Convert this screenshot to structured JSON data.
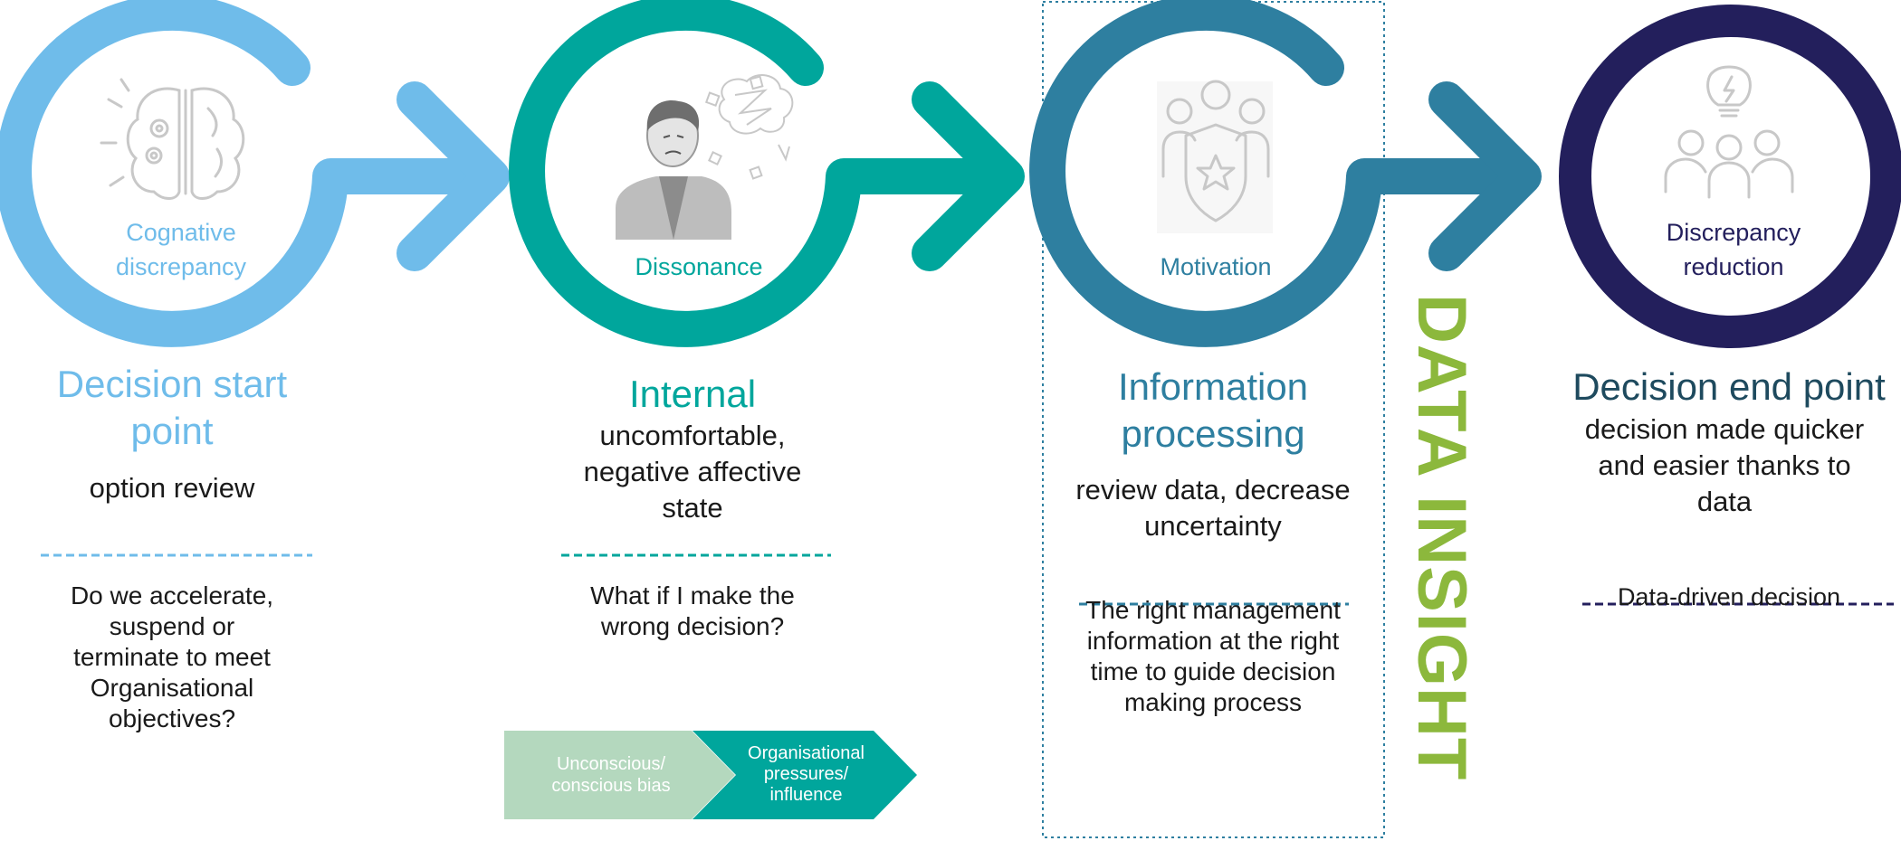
{
  "colors": {
    "light_blue": "#6FBCEA",
    "teal": "#00A69C",
    "steel_blue": "#2E7FA0",
    "navy": "#231F5C",
    "green": "#8CB83C",
    "chevron_light": "#B4D8BE",
    "icon_grey": "#C8C8C8"
  },
  "stages": [
    {
      "circle_label": "Cognative discrepancy",
      "heading": "Decision start point",
      "subtext": "option review",
      "question": "Do we accelerate, suspend or terminate to meet Organisational objectives?",
      "icon": "brain-gears-icon"
    },
    {
      "circle_label": "Dissonance",
      "heading": "Internal",
      "subtext": "uncomfortable, negative affective state",
      "question": "What if I make the wrong decision?",
      "icon": "confused-person-icon"
    },
    {
      "circle_label": "Motivation",
      "heading": "Information processing",
      "subtext": "review data, decrease uncertainty",
      "question": "The right management information at the right time to guide decision making process",
      "icon": "team-shield-icon"
    },
    {
      "circle_label": "Discrepancy reduction",
      "heading": "Decision end point",
      "subtext": "decision made quicker and easier thanks to data",
      "question": "Data-driven decision",
      "icon": "team-idea-icon"
    }
  ],
  "chevrons": [
    "Unconscious/ conscious bias",
    "Organisational pressures/ influence"
  ],
  "vertical_label": "DATA INSIGHT"
}
